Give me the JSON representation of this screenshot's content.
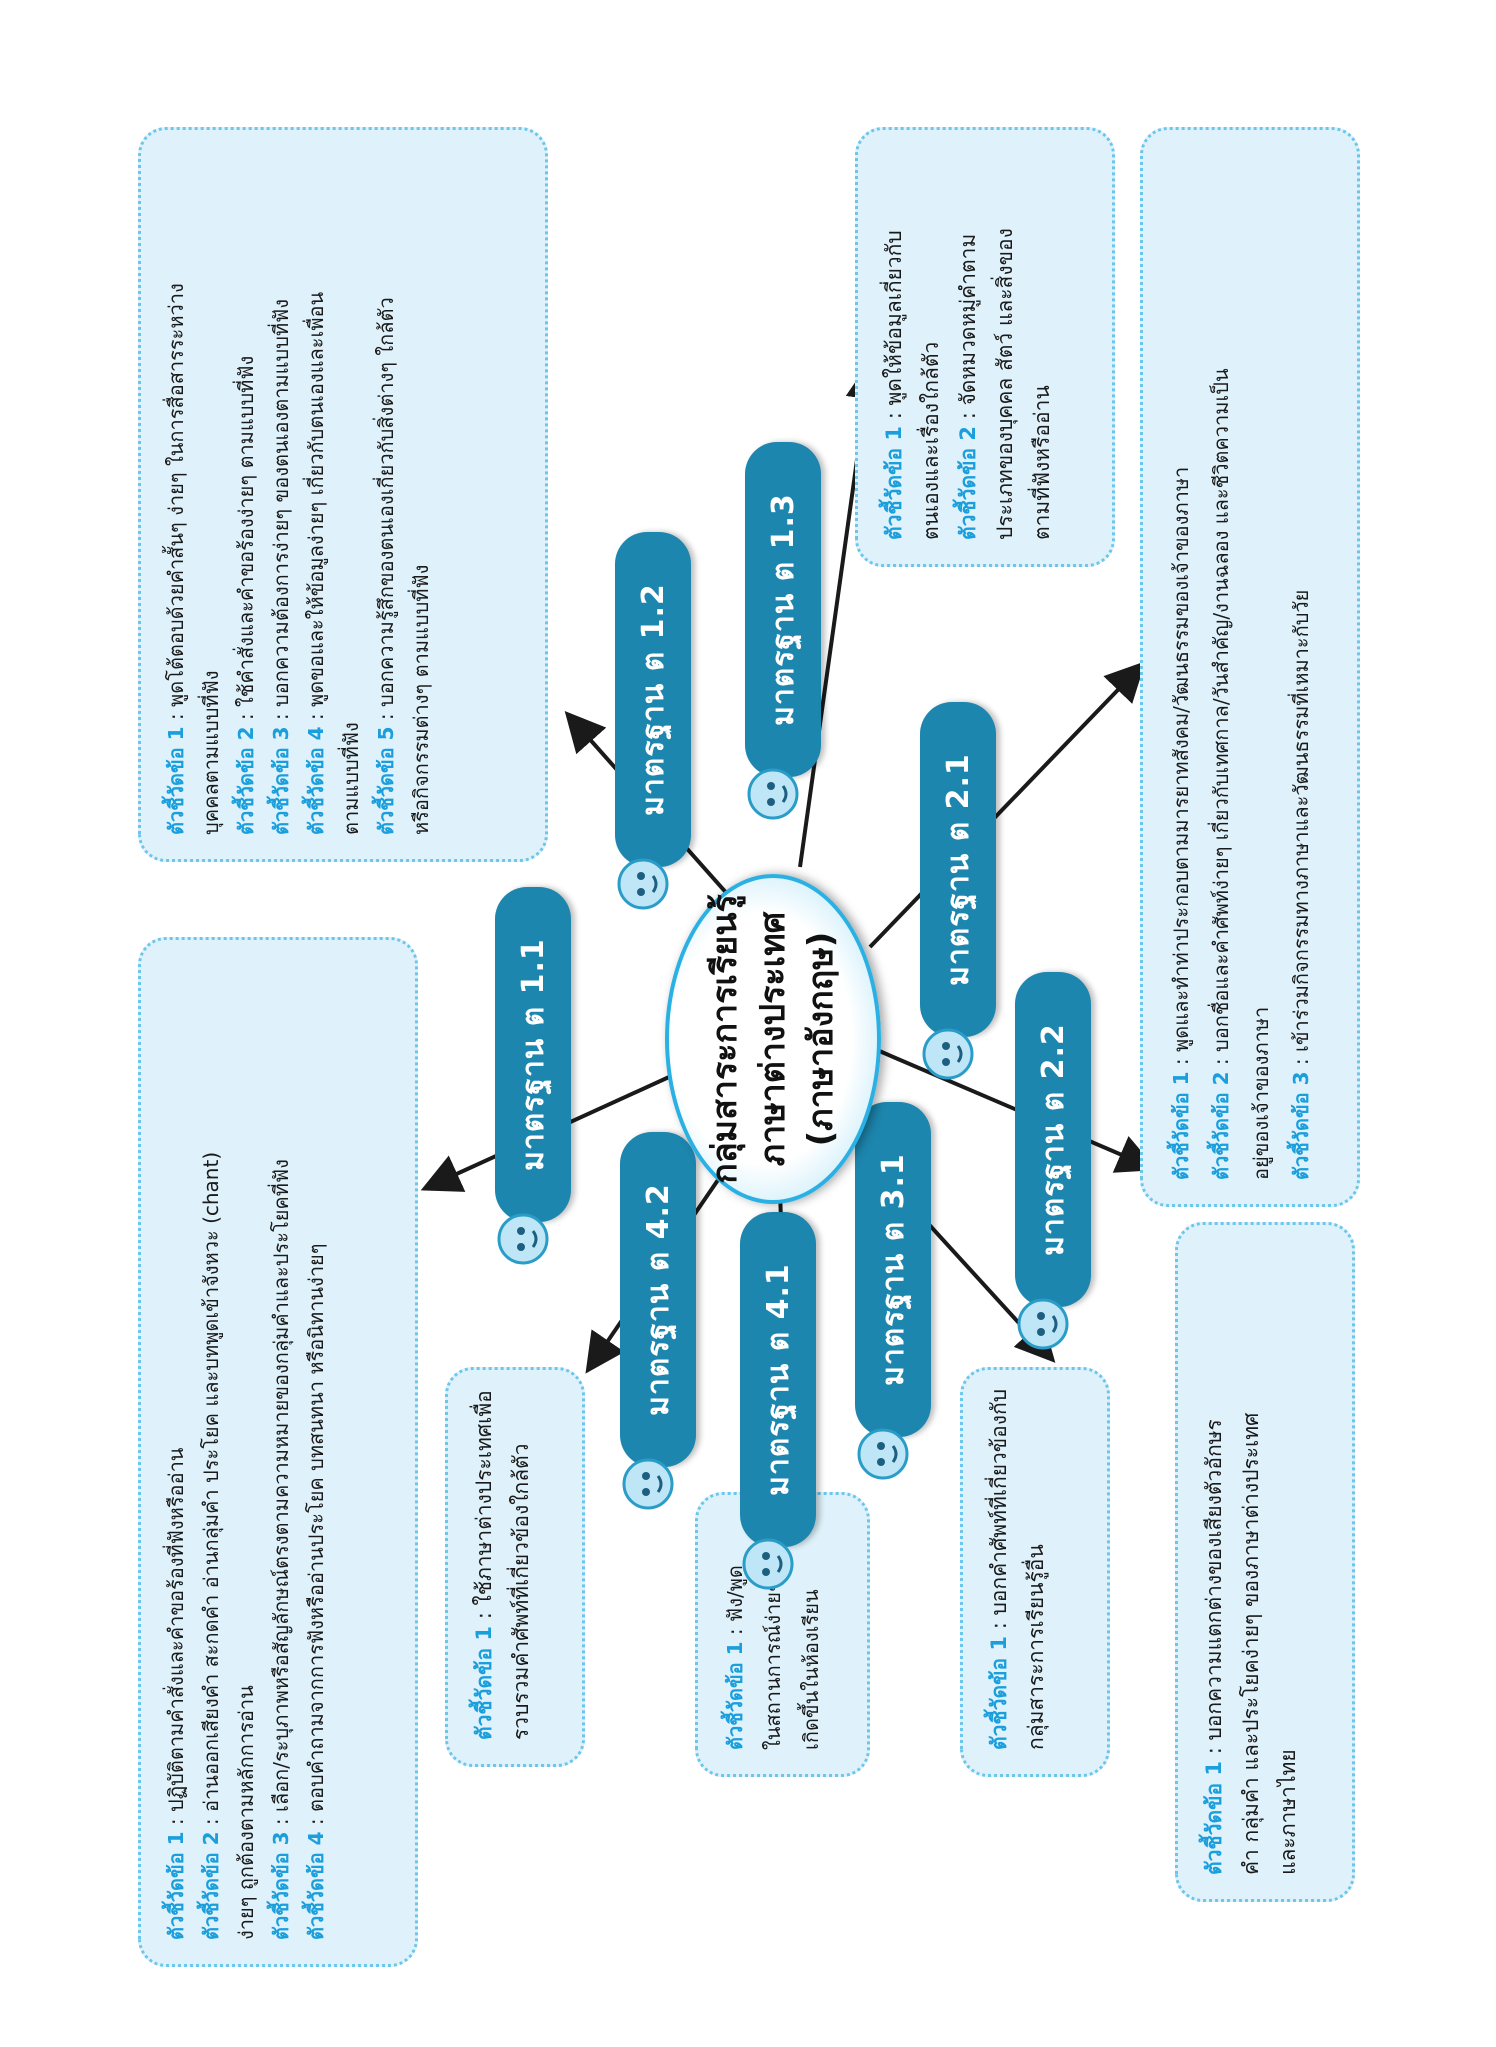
{
  "center": {
    "line1": "กลุ่มสาระการเรียนรู้",
    "line2": "ภาษาต่างประเทศ",
    "line3": "(ภาษาอังกฤษ)"
  },
  "standards": {
    "s11": "มาตรฐาน ต 1.1",
    "s12": "มาตรฐาน ต 1.2",
    "s13": "มาตรฐาน ต 1.3",
    "s21": "มาตรฐาน ต 2.1",
    "s22": "มาตรฐาน ต 2.2",
    "s31": "มาตรฐาน ต 3.1",
    "s41": "มาตรฐาน ต 4.1",
    "s42": "มาตรฐาน ต 4.2"
  },
  "boxes": {
    "b11": {
      "rows": [
        {
          "label": "ตัวชี้วัดข้อ 1",
          "text": " : ปฏิบัติตามคำสั่งและคำขอร้องที่ฟังหรืออ่าน"
        },
        {
          "label": "ตัวชี้วัดข้อ 2",
          "text": " : อ่านออกเสียงคำ สะกดคำ อ่านกลุ่มคำ ประโยค และบทพูดเข้าจังหวะ (chant)"
        },
        {
          "label": "",
          "text": "ง่ายๆ ถูกต้องตามหลักการอ่าน"
        },
        {
          "label": "ตัวชี้วัดข้อ 3",
          "text": " : เลือก/ระบุภาพหรือสัญลักษณ์ตรงตามความหมายของกลุ่มคำและประโยคที่ฟัง"
        },
        {
          "label": "ตัวชี้วัดข้อ 4",
          "text": " : ตอบคำถามจากการฟังหรืออ่านประโยค บทสนทนา หรือนิทานง่ายๆ"
        }
      ]
    },
    "b12": {
      "rows": [
        {
          "label": "ตัวชี้วัดข้อ 1",
          "text": " : พูดโต้ตอบด้วยคำสั้นๆ ง่ายๆ ในการสื่อสารระหว่าง"
        },
        {
          "label": "",
          "text": "บุคคลตามแบบที่ฟัง"
        },
        {
          "label": "ตัวชี้วัดข้อ 2",
          "text": " : ใช้คำสั่งและคำขอร้องง่ายๆ ตามแบบที่ฟัง"
        },
        {
          "label": "ตัวชี้วัดข้อ 3",
          "text": " : บอกความต้องการง่ายๆ ของตนเองตามแบบที่ฟัง"
        },
        {
          "label": "ตัวชี้วัดข้อ 4",
          "text": " : พูดขอและให้ข้อมูลง่ายๆ เกี่ยวกับตนเองและเพื่อน"
        },
        {
          "label": "",
          "text": "ตามแบบที่ฟัง"
        },
        {
          "label": "ตัวชี้วัดข้อ 5",
          "text": " : บอกความรู้สึกของตนเองเกี่ยวกับสิ่งต่างๆ ใกล้ตัว"
        },
        {
          "label": "",
          "text": "หรือกิจกรรมต่างๆ ตามแบบที่ฟัง"
        }
      ]
    },
    "b13": {
      "rows": [
        {
          "label": "ตัวชี้วัดข้อ 1",
          "text": " : พูดให้ข้อมูลเกี่ยวกับ"
        },
        {
          "label": "",
          "text": "ตนเองและเรื่องใกล้ตัว"
        },
        {
          "label": "ตัวชี้วัดข้อ 2",
          "text": " : จัดหมวดหมู่คำตาม"
        },
        {
          "label": "",
          "text": "ประเภทของบุคคล สัตว์ และสิ่งของ"
        },
        {
          "label": "",
          "text": "ตามที่ฟังหรืออ่าน"
        }
      ]
    },
    "b21": {
      "rows": [
        {
          "label": "ตัวชี้วัดข้อ 1",
          "text": " : พูดและทำท่าประกอบตามมารยาทสังคม/วัฒนธรรมของเจ้าของภาษา"
        },
        {
          "label": "ตัวชี้วัดข้อ 2",
          "text": " : บอกชื่อและคำศัพท์ง่ายๆ เกี่ยวกับเทศกาล/วันสำคัญ/งานฉลอง และชีวิตความเป็น"
        },
        {
          "label": "",
          "text": "อยู่ของเจ้าของภาษา"
        },
        {
          "label": "ตัวชี้วัดข้อ 3",
          "text": " : เข้าร่วมกิจกรรมทางภาษาและวัฒนธรรมที่เหมาะกับวัย"
        }
      ]
    },
    "b22": {
      "rows": [
        {
          "label": "ตัวชี้วัดข้อ 1",
          "text": " : บอกความแตกต่างของเสียงตัวอักษร"
        },
        {
          "label": "",
          "text": "คำ กลุ่มคำ และประโยคง่ายๆ ของภาษาต่างประเทศ"
        },
        {
          "label": "",
          "text": "และภาษาไทย"
        }
      ]
    },
    "b31": {
      "rows": [
        {
          "label": "ตัวชี้วัดข้อ 1",
          "text": " : บอกคำศัพท์ที่เกี่ยวข้องกับ"
        },
        {
          "label": "",
          "text": "กลุ่มสาระการเรียนรู้อื่น"
        }
      ]
    },
    "b41": {
      "rows": [
        {
          "label": "ตัวชี้วัดข้อ 1",
          "text": " : ฟัง/พูด"
        },
        {
          "label": "",
          "text": "ในสถานการณ์ง่ายๆ ที่"
        },
        {
          "label": "",
          "text": "เกิดขึ้นในห้องเรียน"
        }
      ]
    },
    "b42": {
      "rows": [
        {
          "label": "ตัวชี้วัดข้อ 1",
          "text": " : ใช้ภาษาต่างประเทศเพื่อ"
        },
        {
          "label": "",
          "text": "รวบรวมคำศัพท์ที่เกี่ยวข้องใกล้ตัว"
        }
      ]
    }
  },
  "colors": {
    "standard_fill": "#1d86ae",
    "box_fill": "#dff2fb",
    "box_border": "#6cc6ec",
    "indicator_label": "#1b9fdc"
  }
}
